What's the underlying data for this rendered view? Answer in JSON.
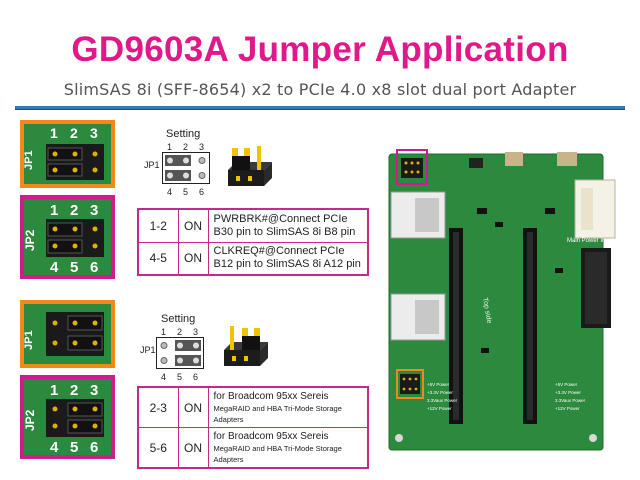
{
  "header": {
    "title": "GD9603A Jumper Application",
    "subtitle": "SlimSAS 8i (SFF-8654) x2 to PCIe 4.0 x8 slot dual port Adapter"
  },
  "photos": {
    "top_jp1": {
      "label": "JP1",
      "pins": [
        "1",
        "2",
        "3"
      ]
    },
    "top_jp2": {
      "label": "JP2",
      "pins_top": [
        "1",
        "2",
        "3"
      ],
      "pins_bottom": [
        "4",
        "5",
        "6"
      ]
    },
    "bottom_jp1": {
      "label": "JP1"
    },
    "bottom_jp2": {
      "label": "JP2",
      "pins_top": [
        "1",
        "2",
        "3"
      ],
      "pins_bottom": [
        "4",
        "5",
        "6"
      ]
    }
  },
  "setting_top": {
    "heading": "Setting",
    "jp_label": "JP1",
    "pins_top": [
      "1",
      "2",
      "3"
    ],
    "pins_bottom": [
      "4",
      "5",
      "6"
    ],
    "rows": [
      {
        "pins": "1-2",
        "state": "ON",
        "line1": "PWRBRK#@Connect PCIe",
        "line2": "B30 pin to SlimSAS 8i B8 pin"
      },
      {
        "pins": "4-5",
        "state": "ON",
        "line1": "CLKREQ#@Connect PCIe",
        "line2": "B12 pin to SlimSAS 8i A12 pin"
      }
    ]
  },
  "setting_bottom": {
    "heading": "Setting",
    "jp_label": "JP1",
    "pins_top": [
      "1",
      "2",
      "3"
    ],
    "pins_bottom": [
      "4",
      "5",
      "6"
    ],
    "rows": [
      {
        "pins": "2-3",
        "state": "ON",
        "line1": "for Broadcom 95xx Sereis",
        "line2": "MegaRAID and HBA Tri-Mode Storage Adapters"
      },
      {
        "pins": "5-6",
        "state": "ON",
        "line1": "for Broadcom 95xx Sereis",
        "line2": "MegaRAID and HBA Tri-Mode Storage Adapters"
      }
    ]
  },
  "board": {
    "main_power_label": "Main Power Input",
    "silk_text": "Top side",
    "led_labels": [
      "+5V Power",
      "+3.3V Power",
      "3.3Vaux Power",
      "+12V Power"
    ],
    "colors": {
      "pcb": "#2b8a3e",
      "pink_box": "#d11a8e",
      "orange_box": "#f0891a"
    }
  }
}
